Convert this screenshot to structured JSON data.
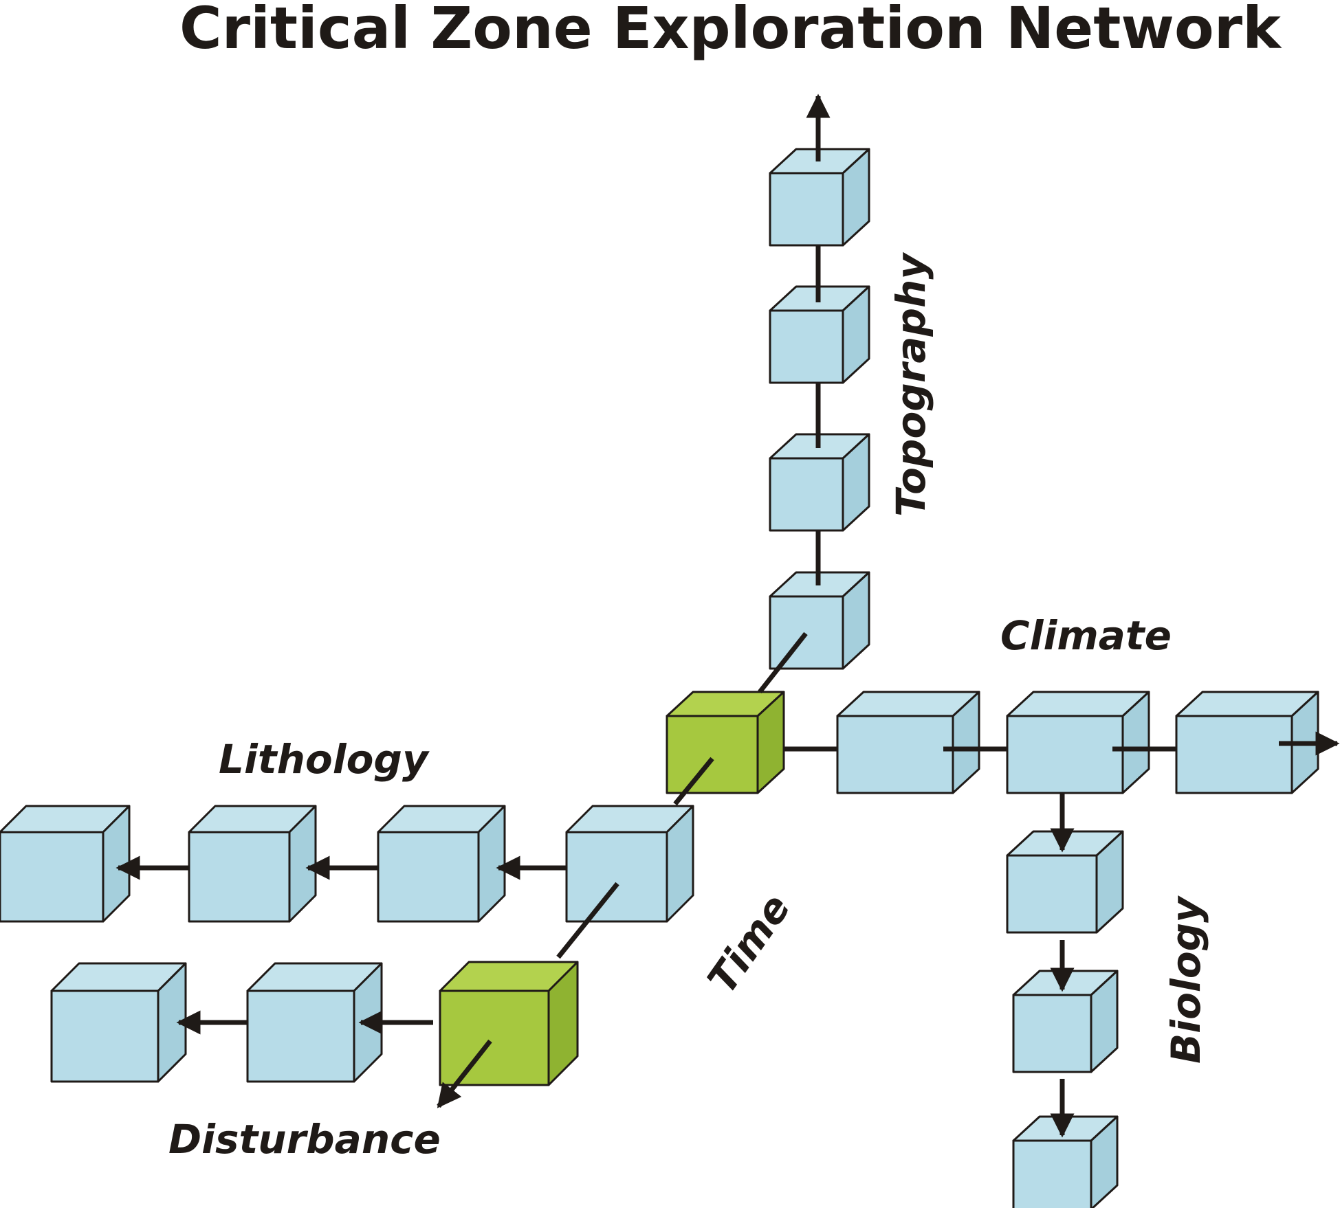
{
  "title": "Critical Zone Exploration Network",
  "labels": {
    "topography": "Topography",
    "climate": "Climate",
    "lithology": "Lithology",
    "time": "Time",
    "biology": "Biology",
    "disturbance": "Disturbance"
  },
  "colors": {
    "ink": "#1f1a17",
    "blue_front": "#b7dce8",
    "blue_side": "#a5cfdc",
    "blue_top": "#c4e3ec",
    "green_front": "#a6c83f",
    "green_side": "#8fb331",
    "green_top": "#b3d24e"
  }
}
